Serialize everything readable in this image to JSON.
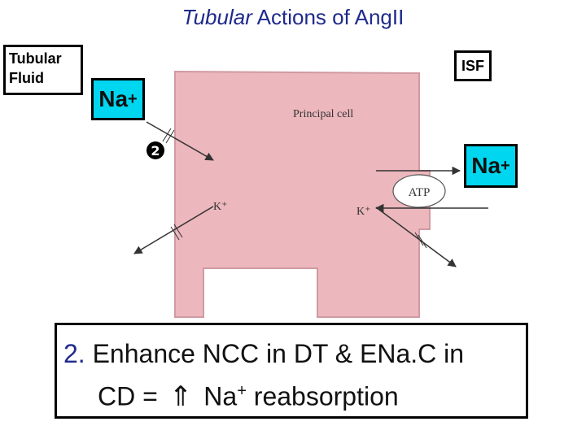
{
  "title": {
    "italic_part": "Tubular",
    "rest": " Actions of AngII"
  },
  "labels": {
    "tubular_fluid": "Tubular Fluid",
    "isf": "ISF",
    "principal_cell": "Principal cell",
    "atp": "ATP",
    "k_left": "K⁺",
    "k_right": "K⁺",
    "step_marker": "❷"
  },
  "na_boxes": {
    "base": "Na",
    "charge": "+"
  },
  "caption": {
    "number": "2.",
    "line1": " Enhance NCC in DT &  ENa.C in",
    "line2_pre": "CD =",
    "arrow": "⇑",
    "line2_na": "Na",
    "line2_charge": "+",
    "line2_post": " reabsorption"
  },
  "colors": {
    "title": "#1f2a8c",
    "cell_fill": "#ecb7bd",
    "na_box": "#00d6ef",
    "caption_number": "#1f2a8c"
  }
}
